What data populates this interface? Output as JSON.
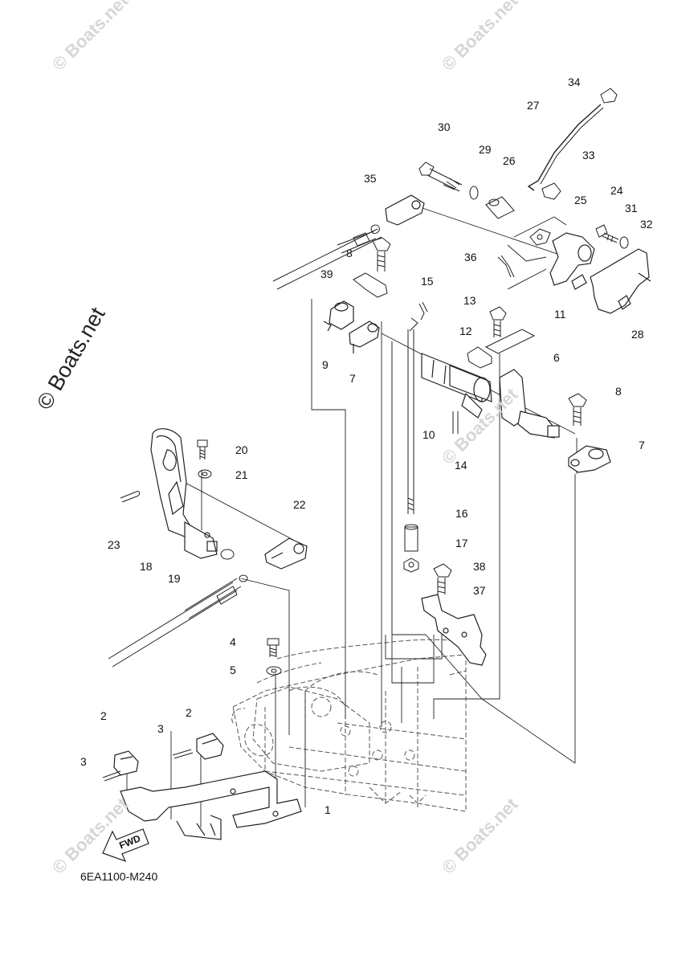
{
  "diagram_code": "6EA1100-M240",
  "watermark_main": "© Boats.net",
  "watermark_faint": "© Boats.net",
  "fwd_label": "FWD",
  "part_labels": {
    "p1": "1",
    "p2a": "2",
    "p2b": "2",
    "p3a": "3",
    "p3b": "3",
    "p4": "4",
    "p5": "5",
    "p6": "6",
    "p7a": "7",
    "p7b": "7",
    "p8a": "8",
    "p8b": "8",
    "p9": "9",
    "p10": "10",
    "p11": "11",
    "p12": "12",
    "p13": "13",
    "p14": "14",
    "p15": "15",
    "p16": "16",
    "p17": "17",
    "p18": "18",
    "p19": "19",
    "p20": "20",
    "p21": "21",
    "p22": "22",
    "p23": "23",
    "p24": "24",
    "p25": "25",
    "p26": "26",
    "p27": "27",
    "p28": "28",
    "p29": "29",
    "p30": "30",
    "p31": "31",
    "p32": "32",
    "p33": "33",
    "p34": "34",
    "p35": "35",
    "p36": "36",
    "p37": "37",
    "p38": "38",
    "p39": "39"
  }
}
